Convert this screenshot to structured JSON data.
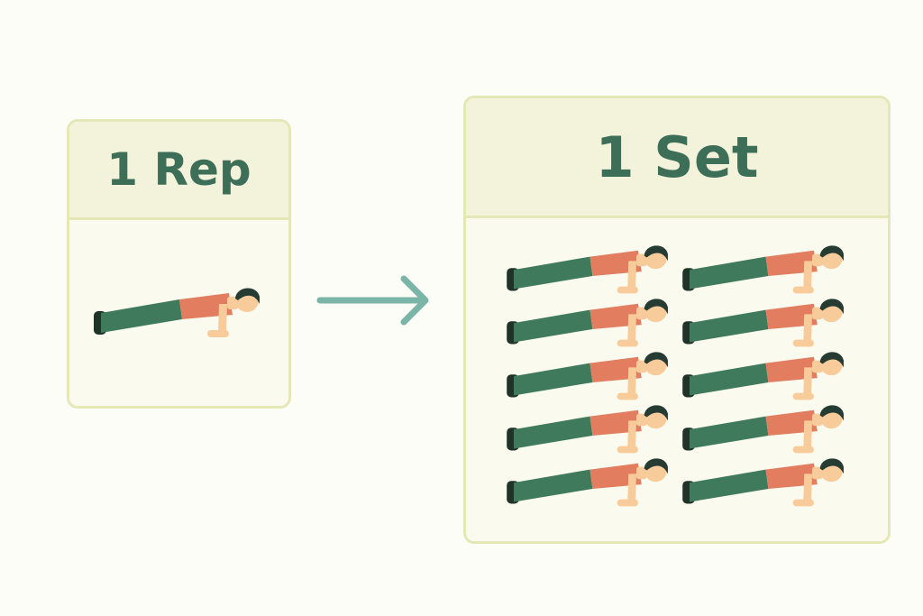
{
  "rep_card": {
    "title": "1 Rep",
    "figure_count": 1,
    "figure_icon": "pushup-person-icon"
  },
  "set_card": {
    "title": "1 Set",
    "figure_count": 10,
    "figure_icon": "pushup-person-icon"
  },
  "arrow": {
    "icon": "arrow-right-icon",
    "color": "#7bb5a7"
  },
  "colors": {
    "legs": "#3f7a5c",
    "shirt": "#e27d60",
    "skin": "#f7cc9a",
    "hair": "#263c33",
    "shoe": "#1f3329",
    "header_text": "#3d6e57",
    "card_border": "#e4e8b6",
    "header_bg": "#f3f3dc"
  }
}
